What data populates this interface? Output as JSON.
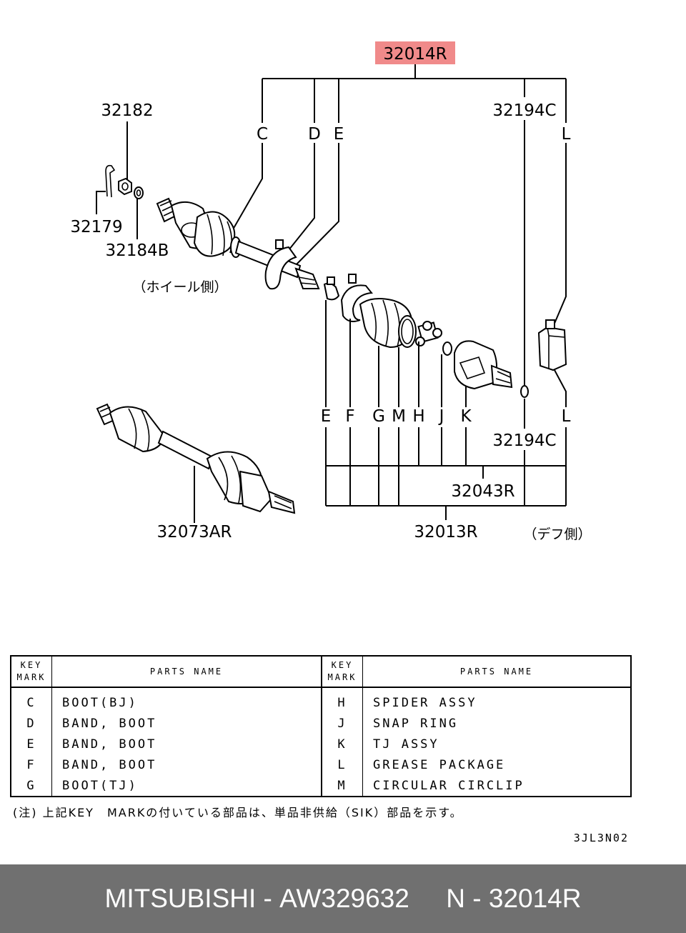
{
  "highlight_color": "#f08a8a",
  "callouts": {
    "main": "32014R",
    "nut": "32182",
    "cotter_pin": "32179",
    "washer": "32184B",
    "clip_top": "32194C",
    "clip_bottom": "32194C",
    "drive_shaft": "32073AR",
    "tj_kit": "32043R",
    "boot_kit": "32013R",
    "wheel_side": "（ホイール側）",
    "diff_side": "（デフ側）"
  },
  "key_letters": {
    "top": [
      "C",
      "D",
      "E",
      "L"
    ],
    "bottom": [
      "E",
      "F",
      "G",
      "M",
      "H",
      "J",
      "K",
      "L"
    ]
  },
  "table": {
    "header_key": [
      "KEY",
      "MARK"
    ],
    "header_name": "PARTS NAME",
    "left_rows": [
      {
        "key": "C",
        "name": "BOOT(BJ)"
      },
      {
        "key": "D",
        "name": "BAND, BOOT"
      },
      {
        "key": "E",
        "name": "BAND, BOOT"
      },
      {
        "key": "F",
        "name": "BAND, BOOT"
      },
      {
        "key": "G",
        "name": "BOOT(TJ)"
      }
    ],
    "right_rows": [
      {
        "key": "H",
        "name": "SPIDER ASSY"
      },
      {
        "key": "J",
        "name": "SNAP RING"
      },
      {
        "key": "K",
        "name": "TJ ASSY"
      },
      {
        "key": "L",
        "name": "GREASE PACKAGE"
      },
      {
        "key": "M",
        "name": "CIRCULAR CIRCLIP"
      }
    ]
  },
  "note": "(注) 上記KEY　MARKの付いている部品は、単品非供給（SIK）部品を示す。",
  "diagram_code": "3JL3N02",
  "footer": {
    "brand": "MITSUBISHI",
    "part_number": "AW329632",
    "ref": "N - 32014R"
  }
}
